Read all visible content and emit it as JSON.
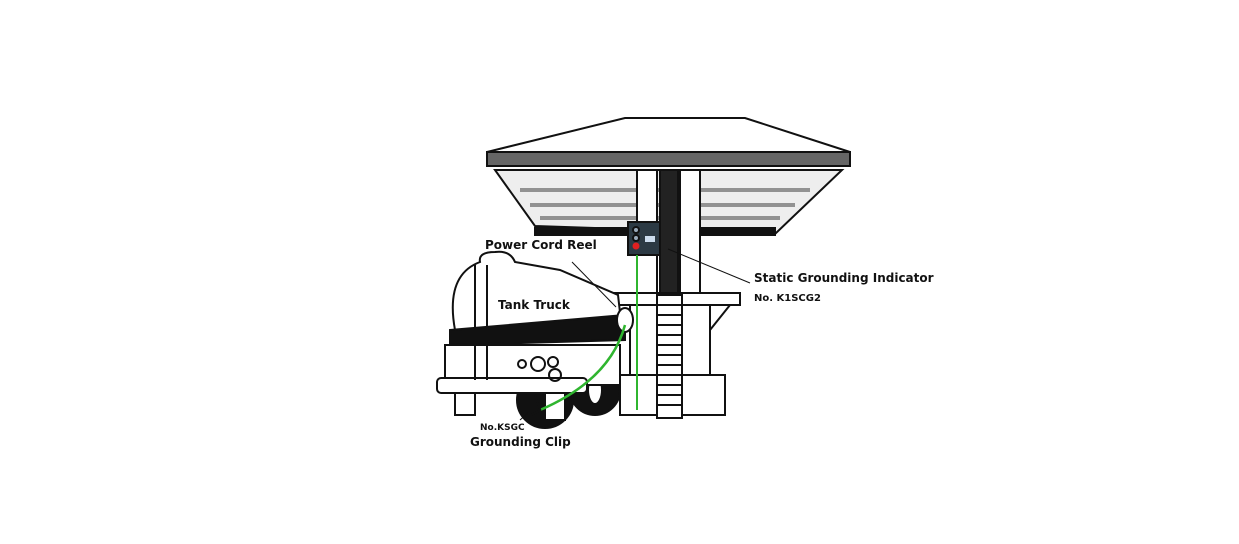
{
  "labels": {
    "power_cord_reel": "Power Cord Reel",
    "tank_truck": "Tank Truck",
    "static_grounding_indicator": "Static Grounding Indicator",
    "indicator_model": "No. K1SCG2",
    "clip_model": "No.KSGC",
    "grounding_clip": "Grounding Clip"
  },
  "colors": {
    "line": "#111111",
    "cable": "#2fb52f",
    "indicator_box": "#2c3a44",
    "indicator_light": "#e02020"
  }
}
